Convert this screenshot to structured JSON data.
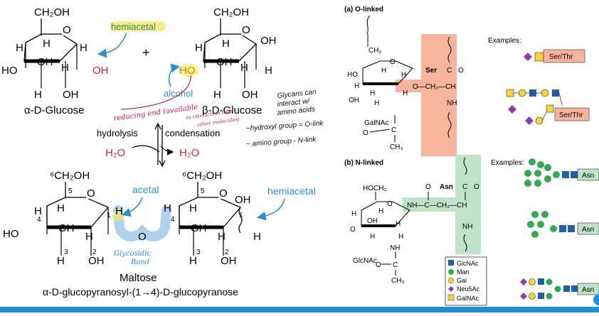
{
  "left": {
    "alpha_top_group": "CH₂OH",
    "beta_top_group": "CH₂OH",
    "hemiacetal_label": "hemiacetal",
    "alcohol_label": "alcohol",
    "plus": "+",
    "alpha_name": "α-D-Glucose",
    "beta_name": "β-D-Glucose",
    "hydrolysis": "hydrolysis",
    "condensation": "condensation",
    "water": "H₂O",
    "note_reducing_end": "reducing end (available",
    "note_reducing_end_2": "to interaction with",
    "note_reducing_end_3": "other molecules)",
    "note_glycans_1": "Glycans can",
    "note_glycans_2": "interact w/",
    "note_glycans_3": "amino acids",
    "note_hydroxyl": "~hydroxyl group = O-link",
    "note_amino": "~ amino group - N-link",
    "maltose_c6_left": "⁶CH₂OH",
    "maltose_c6_right": "⁶CH₂OH",
    "acetal_label": "acetal",
    "hemiacetal_label_2": "hemiacetal",
    "glycosidic_note_1": "Glycosidic",
    "glycosidic_note_2": "Bond",
    "maltose_name": "Maltose",
    "maltose_systematic": "α-D-glucopyranosyl-(1→4)-D-glucopyranose",
    "atoms": {
      "O": "O",
      "H": "H",
      "OH": "OH",
      "HO": "HO",
      "n1": "1",
      "n2": "2",
      "n3": "3",
      "n4": "4",
      "n5": "5"
    }
  },
  "right": {
    "o_linked_title": "(a) O-linked",
    "n_linked_title": "(b) N-linked",
    "examples_label": "Examples:",
    "examples_label_2": "Examples:",
    "ser": "Ser",
    "asn": "Asn",
    "galnac": "GalNAc",
    "glcnac": "GlcNAc",
    "ch2": "CH₂",
    "hoch2": "HOCH₂",
    "ch3": "CH₃",
    "c": "C",
    "ch": "CH",
    "nh": "NH",
    "o_ch2_ch": "O—CH₂—CH",
    "nh_link": "NH—C—CH₂—CH",
    "ser_thr_1": "Ser/Thr",
    "ser_thr_2": "Ser/Thr",
    "asn_1": "Asn",
    "asn_2": "Asn",
    "asn_3": "Asn",
    "legend": [
      "GlcNAc",
      "Man",
      "Gal",
      "Neu5Ac",
      "GalNAc"
    ]
  },
  "colors": {
    "ser_highlight": "#f7b39c",
    "asn_highlight": "#bfe3c7",
    "red": "#e0202e",
    "blue": "#2b8fd0",
    "hand": "#c2185b",
    "glcnac": "#1f5fa8",
    "man": "#33a852",
    "gal": "#f5d33b",
    "neu5ac": "#8b3fa4",
    "galnac": "#f5d33b"
  }
}
